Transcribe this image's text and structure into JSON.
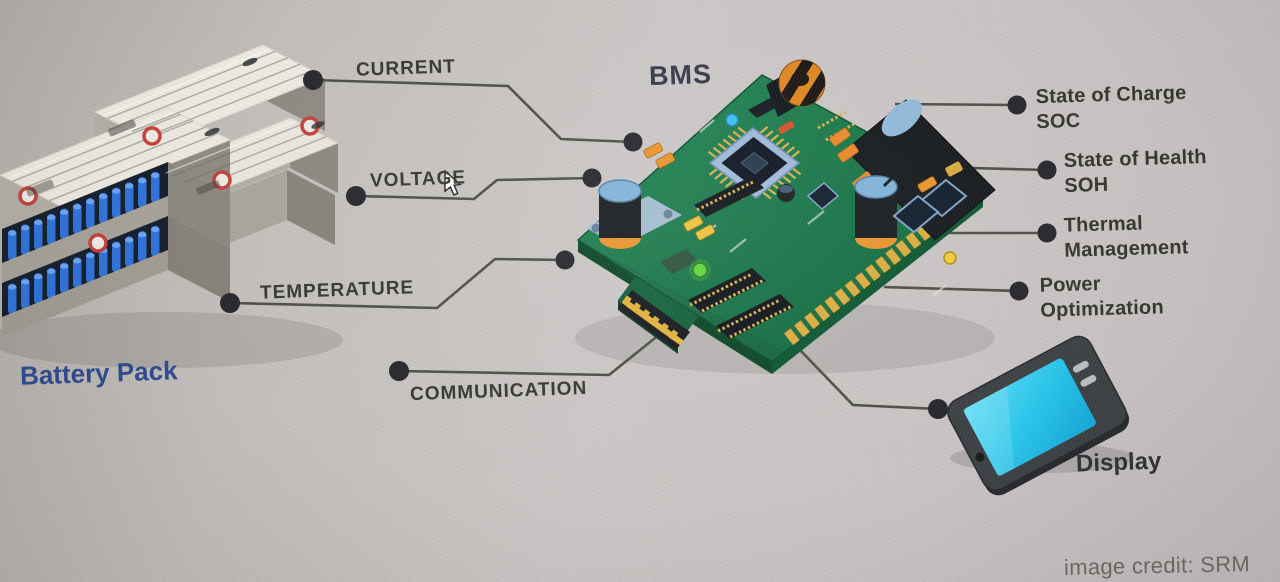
{
  "diagram": {
    "bms_title": "BMS",
    "battery_pack_label": "Battery Pack",
    "display_label": "Display",
    "credit": "image credit: SRM",
    "left_labels": [
      {
        "text": "CURRENT"
      },
      {
        "text": "VOLTAGE"
      },
      {
        "text": "TEMPERATURE"
      },
      {
        "text": "COMMUNICATION"
      }
    ],
    "right_labels": [
      {
        "line1": "State of Charge",
        "line2": "SOC"
      },
      {
        "line1": "State of Health",
        "line2": "SOH"
      },
      {
        "line1": "Thermal",
        "line2": "Management"
      },
      {
        "line1": "Power",
        "line2": "Optimization"
      }
    ],
    "colors": {
      "background": "#c6c2c0",
      "connector_line": "#4b4e43",
      "connector_dot": "#24262b",
      "label_text": "#33352f",
      "bms_title_text": "#343747",
      "battery_label_text": "#2c4a8f",
      "credit_text": "#6e6a67",
      "pcb_green": "#1b7a48",
      "gold": "#d9ad3f",
      "cell_blue": "#2e72d8",
      "screen_cyan": "#2ec2ea"
    }
  }
}
